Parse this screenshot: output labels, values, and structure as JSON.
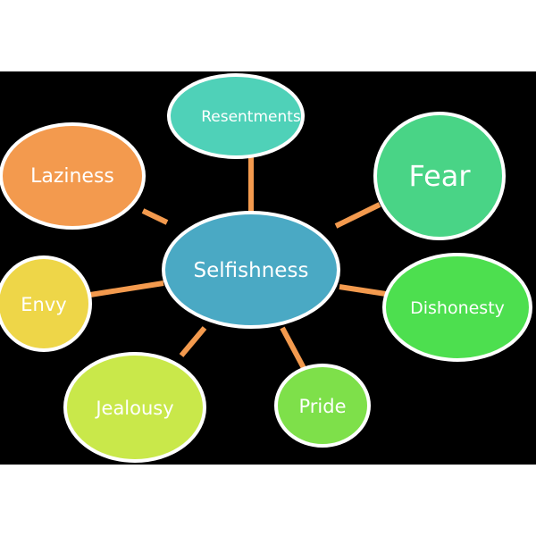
{
  "diagram": {
    "center": {
      "label": "Selfishness",
      "color": "#4aa9c4"
    },
    "nodes": [
      {
        "id": "resentments",
        "label": "Resentments",
        "color": "#4fd1b8"
      },
      {
        "id": "fear",
        "label": "Fear",
        "color": "#49d486"
      },
      {
        "id": "laziness",
        "label": "Laziness",
        "color": "#f39a4e"
      },
      {
        "id": "dishonesty",
        "label": "Dishonesty",
        "color": "#4ddf4f"
      },
      {
        "id": "envy",
        "label": "Envy",
        "color": "#eed648"
      },
      {
        "id": "jealousy",
        "label": "Jealousy",
        "color": "#c9e84a"
      },
      {
        "id": "pride",
        "label": "Pride",
        "color": "#7ee04a"
      }
    ],
    "connector_color": "#f39a4e",
    "outline_color": "#ffffff",
    "background_color": "#000000"
  }
}
